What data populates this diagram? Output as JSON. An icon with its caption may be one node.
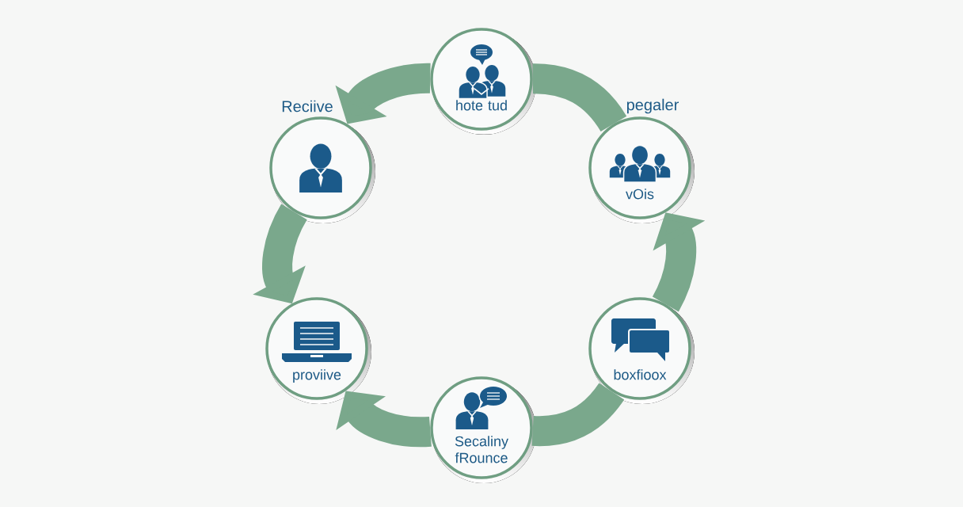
{
  "diagram": {
    "nodes": [
      {
        "text": [
          "hote tud"
        ]
      },
      {
        "text": [
          "Reciive"
        ]
      },
      {
        "text": [
          "pegaler",
          "vOis"
        ]
      },
      {
        "text": [
          "proviive"
        ]
      },
      {
        "text": [
          "boxfioox"
        ]
      },
      {
        "text": [
          "Secaliny fRounce"
        ]
      }
    ],
    "edges": [
      {
        "from": 0,
        "to": 1,
        "arrow": "to"
      },
      {
        "from": 1,
        "to": 3,
        "arrow": "to"
      },
      {
        "from": 5,
        "to": 3,
        "arrow": "to"
      },
      {
        "from": 5,
        "to": 4,
        "arrow": "none"
      },
      {
        "from": 4,
        "to": 2,
        "arrow": "to"
      },
      {
        "from": 2,
        "to": 0,
        "arrow": "none"
      }
    ]
  }
}
